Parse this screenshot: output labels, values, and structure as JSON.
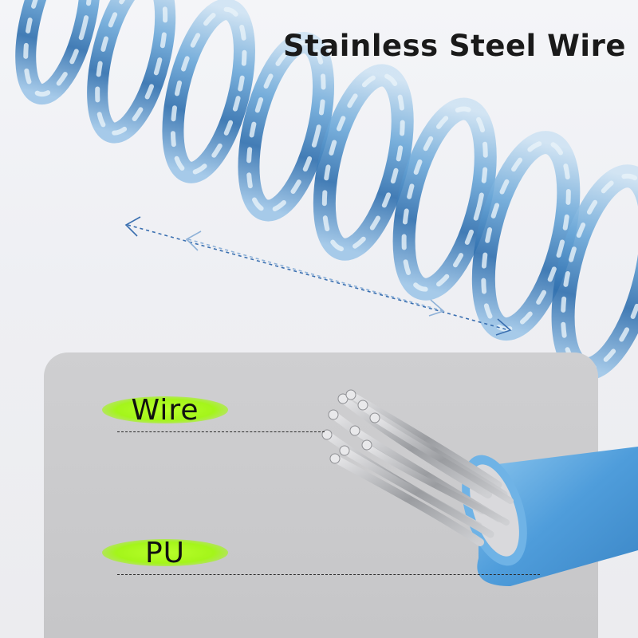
{
  "title": "Stainless Steel Wire",
  "callouts": {
    "wire": "Wire",
    "pu": "PU"
  },
  "colors": {
    "coil_blue": "#3f86c4",
    "pu_jacket": "#5aa6df",
    "highlight_green": "#aef524",
    "panel_gray": "#c9c9cb"
  }
}
